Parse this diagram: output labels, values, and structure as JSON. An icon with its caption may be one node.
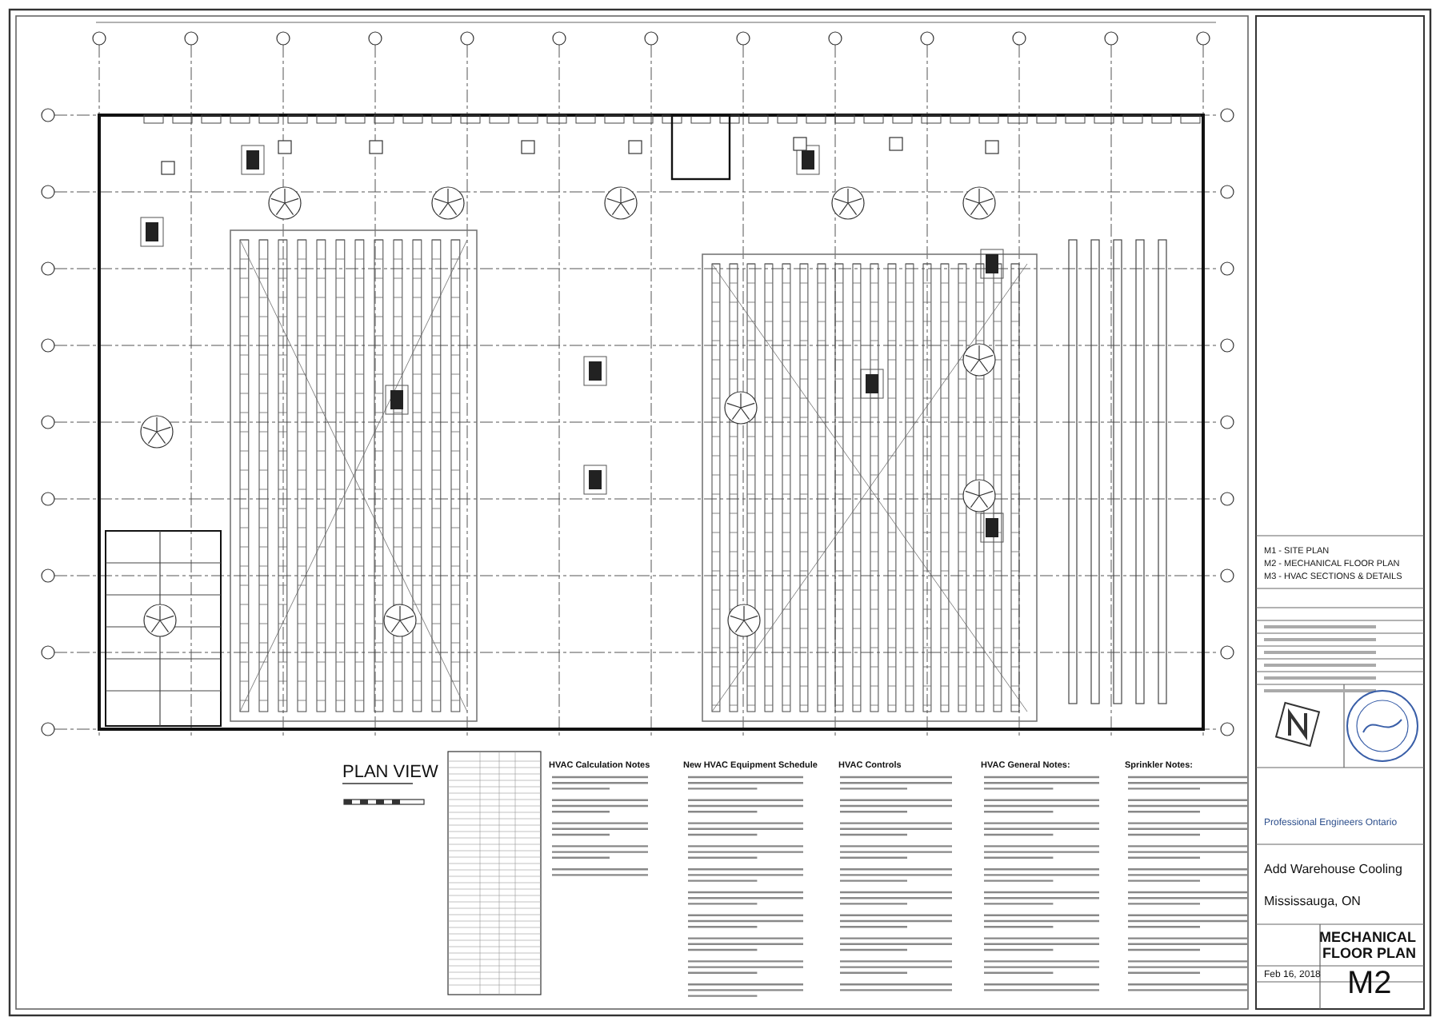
{
  "diagram": {
    "labels": [
      "PLAN VIEW",
      "HVAC Calculation Notes",
      "New HVAC Equipment Schedule",
      "HVAC Controls",
      "HVAC General Notes:",
      "Sprinkler Notes:",
      "M1 - SITE PLAN",
      "M2 - MECHANICAL FLOOR PLAN",
      "M3 - HVAC SECTIONS & DETAILS",
      "Professional Engineers Ontario",
      "Add Warehouse Cooling",
      "Mississauga, ON",
      "MECHANICAL FLOOR PLAN",
      "Feb 16, 2018",
      "M2"
    ]
  }
}
